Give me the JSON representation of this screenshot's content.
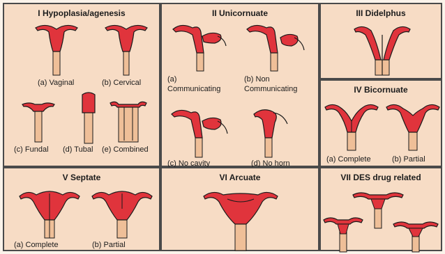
{
  "colors": {
    "uterus": "#e0343c",
    "uterus_outline": "#1a1a1a",
    "cervix": "#efbf98",
    "panel_bg": "#f7dcc5",
    "border": "#4a4a4a"
  },
  "panels": {
    "hypoplasia": {
      "title": "I  Hypoplasia/agenesis",
      "labels": [
        "(a) Vaginal",
        "(b) Cervical",
        "(c) Fundal",
        "(d) Tubal",
        "(e) Combined"
      ]
    },
    "unicornuate": {
      "title": "II  Unicornuate",
      "labels": [
        "(a)",
        "Communicating",
        "(b) Non",
        "Communicating",
        "(c) No cavity",
        "(d) No horn"
      ]
    },
    "didelphus": {
      "title": "III  Didelphus"
    },
    "bicornuate": {
      "title": "IV  Bicornuate",
      "labels": [
        "(a) Complete",
        "(b) Partial"
      ]
    },
    "septate": {
      "title": "V  Septate",
      "labels": [
        "(a) Complete",
        "(b) Partial"
      ]
    },
    "arcuate": {
      "title": "VI  Arcuate"
    },
    "des": {
      "title": "VII  DES drug related"
    }
  }
}
